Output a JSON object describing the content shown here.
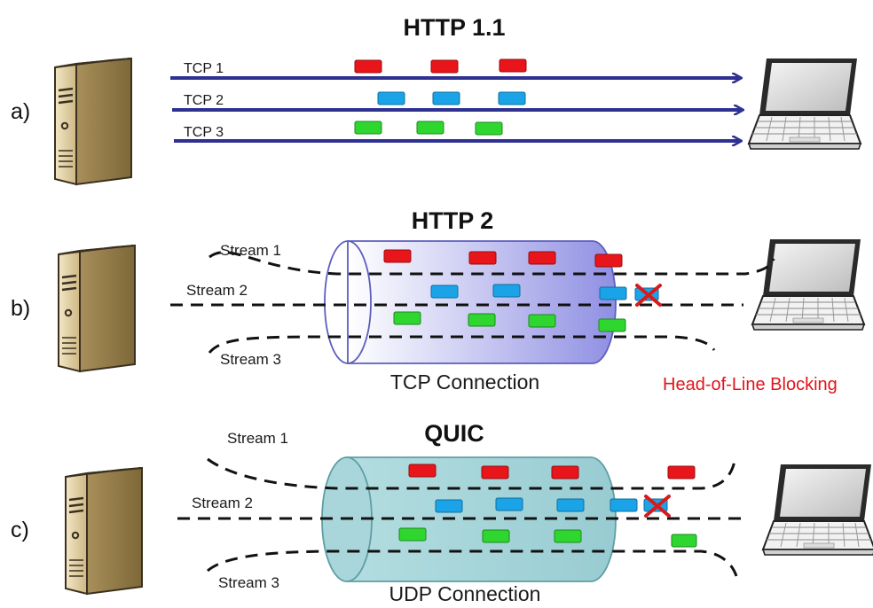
{
  "colors": {
    "arrow": "#2e3192",
    "red_packet": "#e8151b",
    "blue_packet": "#1aa3e6",
    "green_packet": "#2fd62f",
    "tcp_pipe": "#8f8fe3",
    "udp_pipe": "#7fc2c9",
    "blocking_text": "#e0141b",
    "blocking_x": "#d91a1a"
  },
  "sections": [
    {
      "title": "HTTP 1.1",
      "label": "a)",
      "lanes": [
        {
          "name": "TCP 1",
          "color": "red"
        },
        {
          "name": "TCP 2",
          "color": "blue"
        },
        {
          "name": "TCP 3",
          "color": "green"
        }
      ]
    },
    {
      "title": "HTTP 2",
      "label": "b)",
      "streams": [
        "Stream 1",
        "Stream 2",
        "Stream 3"
      ],
      "connection": "TCP Connection",
      "note": "Head-of-Line Blocking"
    },
    {
      "title": "QUIC",
      "label": "c)",
      "streams": [
        "Stream 1",
        "Stream 2",
        "Stream 3"
      ],
      "connection": "UDP Connection"
    }
  ],
  "icons": [
    "server-icon",
    "laptop-icon",
    "blocked-x-icon"
  ]
}
